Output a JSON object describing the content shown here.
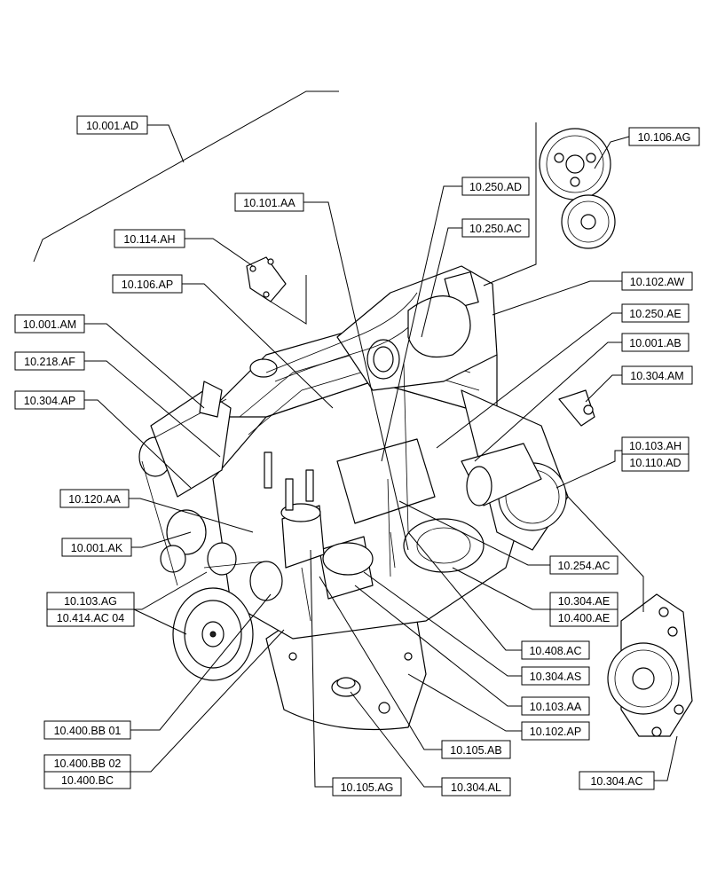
{
  "labels": {
    "l_10_001_AD": "10.001.AD",
    "l_10_106_AG": "10.106.AG",
    "l_10_250_AD": "10.250.AD",
    "l_10_101_AA": "10.101.AA",
    "l_10_250_AC": "10.250.AC",
    "l_10_114_AH": "10.114.AH",
    "l_10_106_AP": "10.106.AP",
    "l_10_102_AW": "10.102.AW",
    "l_10_250_AE": "10.250.AE",
    "l_10_001_AM": "10.001.AM",
    "l_10_001_AB": "10.001.AB",
    "l_10_218_AF": "10.218.AF",
    "l_10_304_AM": "10.304.AM",
    "l_10_304_AP": "10.304.AP",
    "l_10_103_AH": "10.103.AH",
    "l_10_110_AD": "10.110.AD",
    "l_10_120_AA": "10.120.AA",
    "l_10_001_AK": "10.001.AK",
    "l_10_254_AC": "10.254.AC",
    "l_10_103_AG": "10.103.AG",
    "l_10_414_AC_04": "10.414.AC 04",
    "l_10_304_AE": "10.304.AE",
    "l_10_400_AE": "10.400.AE",
    "l_10_408_AC": "10.408.AC",
    "l_10_304_AS": "10.304.AS",
    "l_10_103_AA": "10.103.AA",
    "l_10_400_BB_01": "10.400.BB 01",
    "l_10_102_AP": "10.102.AP",
    "l_10_105_AB": "10.105.AB",
    "l_10_400_BB_02": "10.400.BB 02",
    "l_10_400_BC": "10.400.BC",
    "l_10_304_AC": "10.304.AC",
    "l_10_105_AG": "10.105.AG",
    "l_10_304_AL": "10.304.AL"
  }
}
